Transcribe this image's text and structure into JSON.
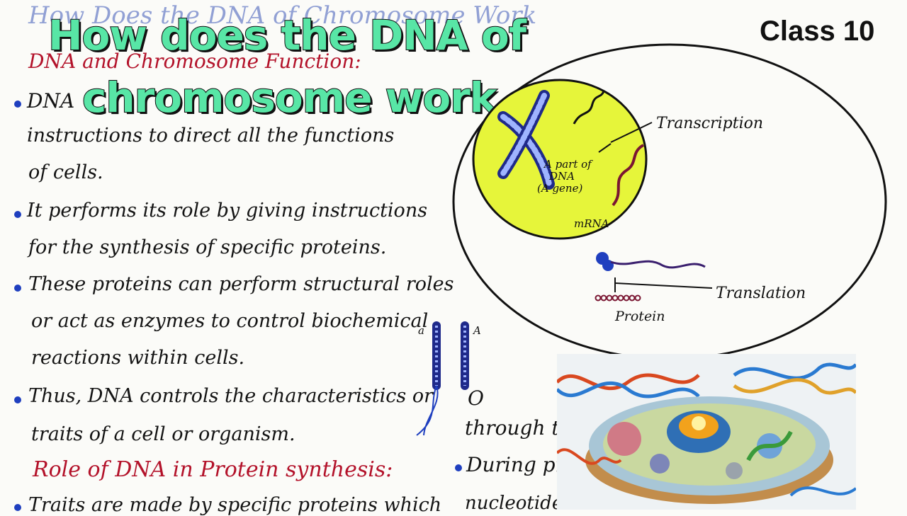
{
  "title": {
    "line1": "How does the DNA of",
    "line2": "chromosome work",
    "badge": "Class 10",
    "faded_header": "How Does the DNA of Chromosome Work"
  },
  "notes": {
    "heading": "DNA and Chromosome Function:",
    "bullet1_start": "DNA",
    "bullet1_line2": "instructions to direct all the functions",
    "bullet1_line3": "of cells.",
    "bullet2_line1": "It performs its role by giving instructions",
    "bullet2_line2": "for the synthesis of specific proteins.",
    "bullet3_line1": "These proteins can perform structural roles",
    "bullet3_line2": "or act as enzymes to control biochemical",
    "bullet3_line3": "reactions within cells.",
    "bullet4_line1": "Thus, DNA controls the characteristics or",
    "bullet4_line2": "traits of a cell or organism.",
    "heading2": "Role of DNA in Protein synthesis:",
    "bullet5_start": "Traits are made by specific proteins which"
  },
  "diagram": {
    "transcription": "Transcription",
    "translation": "Translation",
    "gene_label_1": "A part of",
    "gene_label_2": "DNA",
    "gene_label_3": "(A gene)",
    "mrna": "mRNA",
    "protein": "Protein"
  },
  "partial": {
    "through": "through th",
    "during": "During pr",
    "nucleotides": "nucleotides",
    "chromatid_left": "a",
    "chromatid_right": "A",
    "circle_o": "O"
  },
  "colors": {
    "title_fill": "#58e6a6",
    "nucleus": "#e6f53a",
    "bullet": "#1f3fbf",
    "heading_red": "#b3122a"
  }
}
